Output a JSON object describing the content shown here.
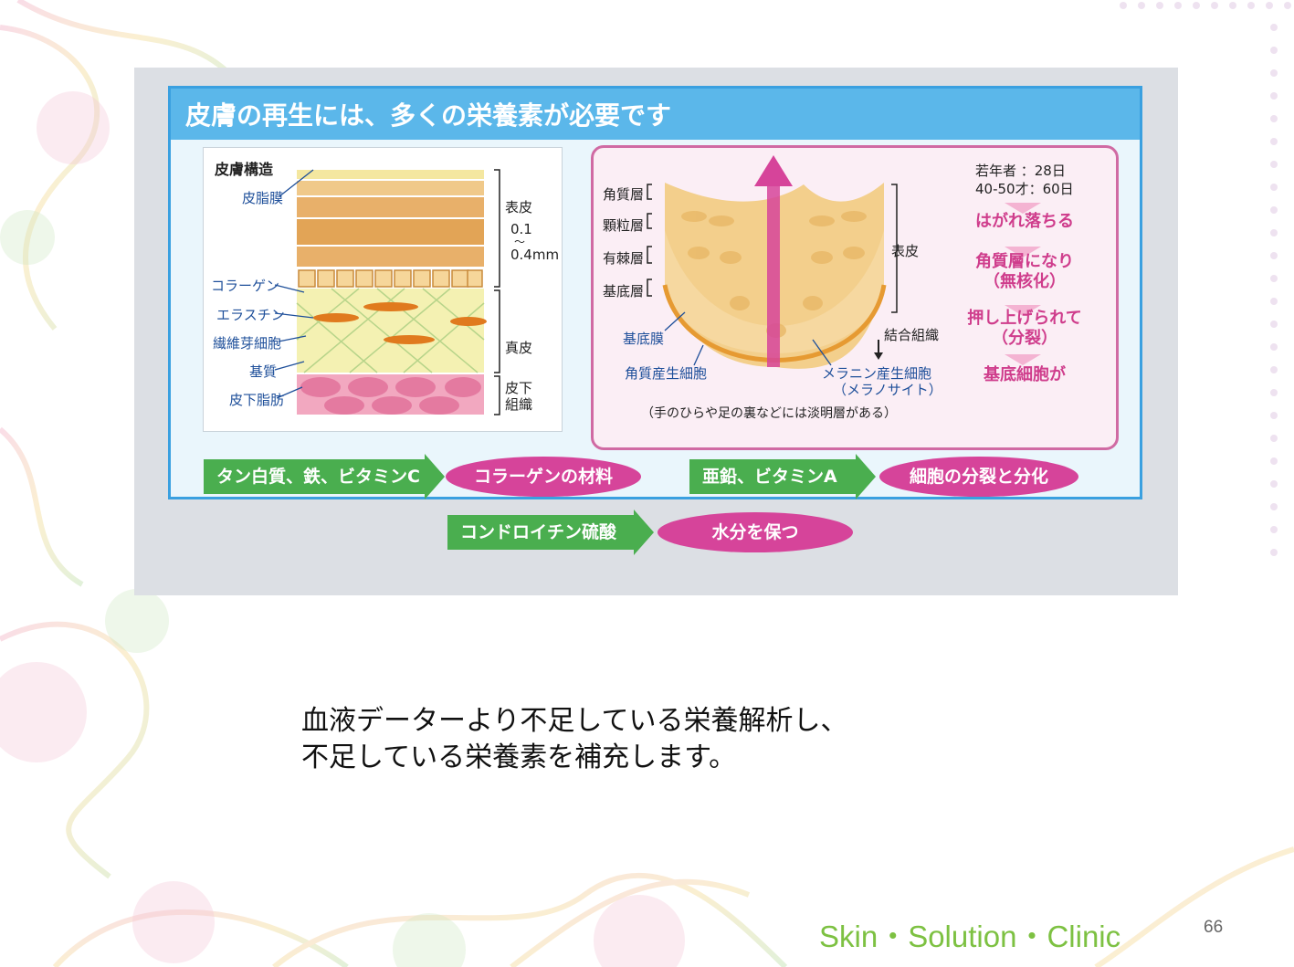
{
  "panel": {
    "title": "皮膚の再生には、多くの栄養素が必要です"
  },
  "left_diagram": {
    "heading": "皮膚構造",
    "labels": [
      "皮脂膜",
      "コラーゲン",
      "エラスチン",
      "繊維芽細胞",
      "基質",
      "皮下脂肪"
    ],
    "epidermis": "表皮",
    "thickness": [
      "0.1",
      "〜",
      "0.4mm"
    ],
    "dermis": "真皮",
    "subcutis_1": "皮下",
    "subcutis_2": "組織"
  },
  "right_diagram": {
    "layers": [
      "角質層",
      "顆粒層",
      "有棘層",
      "基底層"
    ],
    "basement": "基底膜",
    "epidermis": "表皮",
    "connective": "結合組織",
    "keratinocyte": "角質産生細胞",
    "melanocyte": "メラニン産生細胞",
    "melanocyte_sub": "（メラノサイト）",
    "note": "（手のひらや足の裏などには淡明層がある）",
    "cycle_young": "若年者 ：28日",
    "cycle_adult": "40-50才：60日",
    "steps": [
      "はがれ落ちる",
      "角質層になり",
      "（無核化）",
      "押し上げられて",
      "（分裂）",
      "基底細胞が"
    ]
  },
  "flows": [
    {
      "source": "タン白質、鉄、ビタミンC",
      "result": "コラーゲンの材料"
    },
    {
      "source": "亜鉛、ビタミンA",
      "result": "細胞の分裂と分化"
    },
    {
      "source": "コンドロイチン硫酸",
      "result": "水分を保つ"
    }
  ],
  "caption": {
    "line1": "血液データーより不足している栄養解析し、",
    "line2": "不足している栄養素を補充します。"
  },
  "footer": {
    "brand": "Skin・Solution・Clinic",
    "page": "66"
  },
  "colors": {
    "panel_border": "#3aa0e0",
    "accent_pink": "#d6449a",
    "accent_green": "#4aae4f",
    "brand_green": "#7dc142"
  }
}
